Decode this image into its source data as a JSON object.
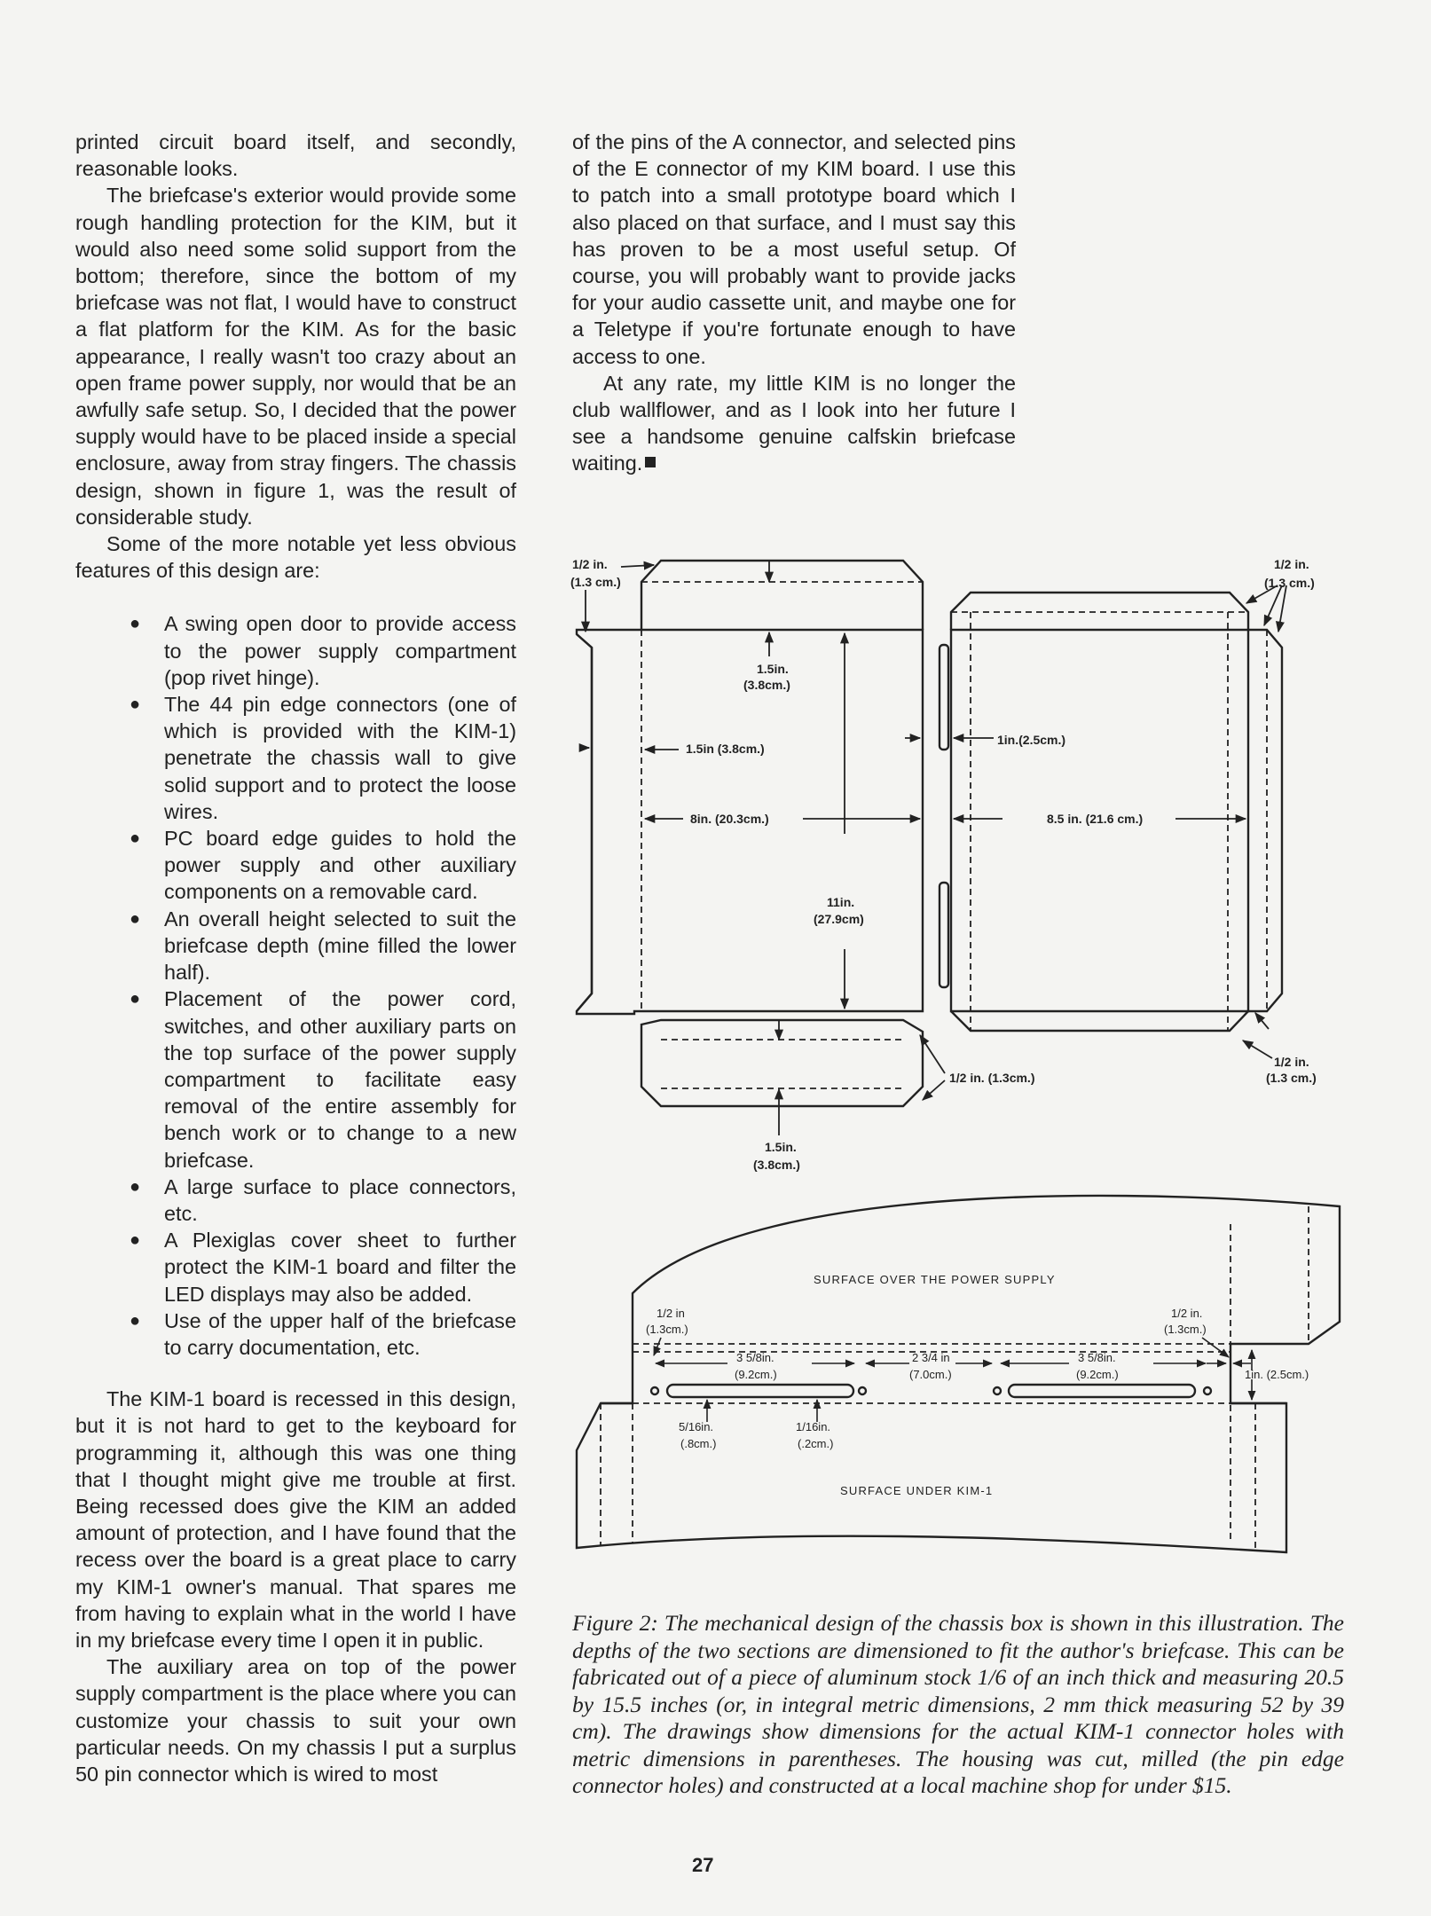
{
  "left_column": {
    "p1": "printed circuit board itself, and secondly, reasonable looks.",
    "p2": "The briefcase's exterior would provide some rough handling protection for the KIM, but it would also need some solid support from the bottom; therefore, since the bottom of my briefcase was not flat, I would have to construct a flat platform for the KIM. As for the basic appearance, I really wasn't too crazy about an open frame power supply, nor would that be an awfully safe setup. So, I decided that the power supply would have to be placed inside a special enclosure, away from stray fingers. The chassis design, shown in figure 1, was the result of considerable study.",
    "p3": "Some of the more notable yet less obvious features of this design are:",
    "bullets": [
      "A swing open door to provide access to the power supply compartment (pop rivet hinge).",
      "The 44 pin edge connectors (one of which is provided with the KIM-1) penetrate the chassis wall to give solid support and to protect the loose wires.",
      "PC board edge guides to hold the power supply and other auxiliary components on a removable card.",
      "An overall height selected to suit the briefcase depth (mine filled the lower half).",
      "Placement of the power cord, switches, and other auxiliary parts on the top surface of the power supply compartment to facilitate easy removal of the entire assembly for bench work or to change to a new briefcase.",
      "A large surface to place connectors, etc.",
      "A Plexiglas cover sheet to further protect the KIM-1 board and filter the LED displays may also be added.",
      "Use of the upper half of the briefcase to carry documentation, etc."
    ],
    "p4": "The KIM-1 board is recessed in this design, but it is not hard to get to the keyboard for programming it, although this was one thing that I thought might give me trouble at first. Being recessed does give the KIM an added amount of protection, and I have found that the recess over the board is a great place to carry my KIM-1 owner's manual. That spares me from having to explain what in the world I have in my briefcase every time I open it in public.",
    "p5": "The auxiliary area on top of the power supply compartment is the place where you can customize your chassis to suit your own particular needs. On my chassis I put a surplus 50 pin connector which is wired to most"
  },
  "right_column": {
    "p1": "of the pins of the A connector, and selected pins of the E connector of my KIM board. I use this to patch into a small prototype board which I also placed on that surface, and I must say this has proven to be a most useful setup. Of course, you will probably want to provide jacks for your audio cassette unit, and maybe one for a Teletype if you're fortunate enough to have access to one.",
    "p2": "At any rate, my little KIM is no longer the club wallflower, and as I look into her future I see a handsome genuine calfskin briefcase waiting."
  },
  "figure_top": {
    "half_in_topleft_1": "1/2 in.",
    "half_in_topleft_2": "(1.3 cm.)",
    "half_in_topright_1": "1/2 in.",
    "half_in_topright_2": "(1.3 cm.)",
    "dim_15_1": "1.5in.",
    "dim_15_2": "(3.8cm.)",
    "dim_15_side": "1.5in (3.8cm.)",
    "dim_1in": "1in.(2.5cm.)",
    "dim_8in": "8in. (20.3cm.)",
    "dim_85in": "8.5 in. (21.6 cm.)",
    "dim_11_1": "11in.",
    "dim_11_2": "(27.9cm)",
    "half_in_mid": "1/2 in. (1.3cm.)",
    "half_in_bottomright_1": "1/2 in.",
    "half_in_bottomright_2": "(1.3 cm.)",
    "dim_15b_1": "1.5in.",
    "dim_15b_2": "(3.8cm.)"
  },
  "figure_bottom": {
    "surface_over": "SURFACE OVER THE POWER SUPPLY",
    "surface_under": "SURFACE UNDER KIM-1",
    "half_left_1": "1/2 in",
    "half_left_2": "(1.3cm.)",
    "half_right_1": "1/2 in.",
    "half_right_2": "(1.3cm.)",
    "dim_358_1": "3 5/8in.",
    "dim_358_2": "(9.2cm.)",
    "dim_234_1": "2 3/4 in",
    "dim_234_2": "(7.0cm.)",
    "dim_358b_1": "3 5/8in.",
    "dim_358b_2": "(9.2cm.)",
    "dim_1in": "1in. (2.5cm.)",
    "dim_516_1": "5/16in.",
    "dim_516_2": "(.8cm.)",
    "dim_116_1": "1/16in.",
    "dim_116_2": "(.2cm.)"
  },
  "caption": "Figure 2: The mechanical design of the chassis box is shown in this illustration. The depths of the two sections are dimensioned to fit the author's briefcase. This can be fabricated out of a piece of aluminum stock 1/6 of an inch thick and measuring 20.5 by 15.5 inches (or, in integral metric dimensions, 2 mm thick measuring 52 by 39 cm). The drawings show dimensions for the actual KIM-1 connector holes with metric dimensions in parentheses. The housing was cut, milled (the pin edge connector holes) and constructed at a local machine shop for under $15.",
  "page_number": "27"
}
